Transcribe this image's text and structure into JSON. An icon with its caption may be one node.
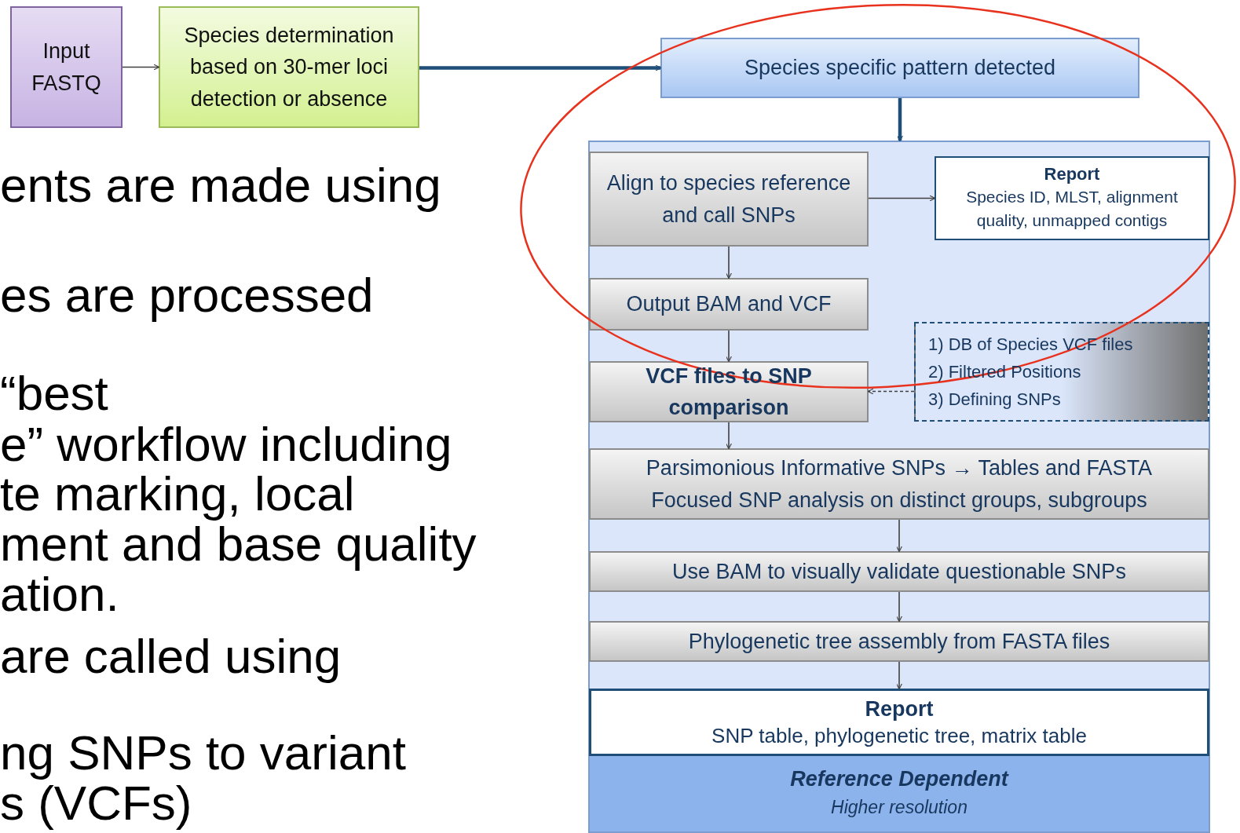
{
  "diagram": {
    "nodes": [
      {
        "text": [
          "Input FASTQ"
        ]
      },
      {
        "text": [
          "Species determination based on 30-mer loci detection or absence"
        ]
      },
      {
        "text": [
          "Species specific pattern detected"
        ]
      },
      {
        "text": [
          "Reference Dependent",
          "Higher resolution"
        ]
      },
      {
        "text": [
          "Align to species reference and call SNPs"
        ],
        "in": 3
      },
      {
        "text": [
          "Report",
          "Species ID, MLST, alignment quality, unmapped contigs"
        ],
        "in": 3
      },
      {
        "text": [
          "Output BAM and VCF"
        ],
        "in": 3
      },
      {
        "text": [
          "1) DB of Species VCF files",
          "2) Filtered Positions",
          "3) Defining SNPs"
        ],
        "in": 3
      },
      {
        "text": [
          "VCF files to SNP comparison"
        ],
        "in": 3
      },
      {
        "text": [
          "Parsimonious Informative SNPs → Tables and FASTA",
          "Focused SNP analysis on distinct groups, subgroups"
        ],
        "in": 3
      },
      {
        "text": [
          "Use BAM to visually validate questionable SNPs"
        ],
        "in": 3
      },
      {
        "text": [
          "Phylogenetic tree assembly from FASTA files"
        ],
        "in": 3
      },
      {
        "text": [
          "Report",
          "SNP table, phylogenetic tree, matrix table"
        ],
        "in": 3
      }
    ],
    "edges": [
      {
        "from": 0,
        "to": 1,
        "arrow": "to"
      },
      {
        "from": 1,
        "to": 2,
        "arrow": "to",
        "style": "thick",
        "color": "#1f4e79"
      },
      {
        "from": 2,
        "to": 3,
        "arrow": "to",
        "style": "thick",
        "color": "#1f4e79"
      },
      {
        "from": 4,
        "to": 5,
        "arrow": "to"
      },
      {
        "from": 4,
        "to": 6,
        "arrow": "to"
      },
      {
        "from": 6,
        "to": 8,
        "arrow": "to"
      },
      {
        "from": 7,
        "to": 8,
        "arrow": "to",
        "style": "dashed"
      },
      {
        "from": 8,
        "to": 9,
        "arrow": "to"
      },
      {
        "from": 9,
        "to": 10,
        "arrow": "to"
      },
      {
        "from": 10,
        "to": 11,
        "arrow": "to"
      },
      {
        "from": 11,
        "to": 12,
        "arrow": "to"
      }
    ],
    "labels": [
      "ents are made using",
      "es are processed",
      "“best",
      "e” workflow including",
      "te marking, local",
      "ment and base quality",
      "ation.",
      "are called using",
      "ng SNPs to variant",
      "s (VCFs)"
    ]
  }
}
